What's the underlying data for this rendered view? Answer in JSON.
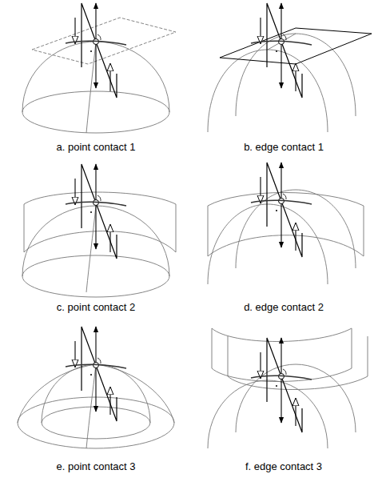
{
  "diagram": {
    "labels": [
      "a. point contact 1",
      "b. edge contact 1",
      "c. point contact 2",
      "d. edge contact 2",
      "e. point contact 3",
      "f. edge contact 3"
    ]
  }
}
